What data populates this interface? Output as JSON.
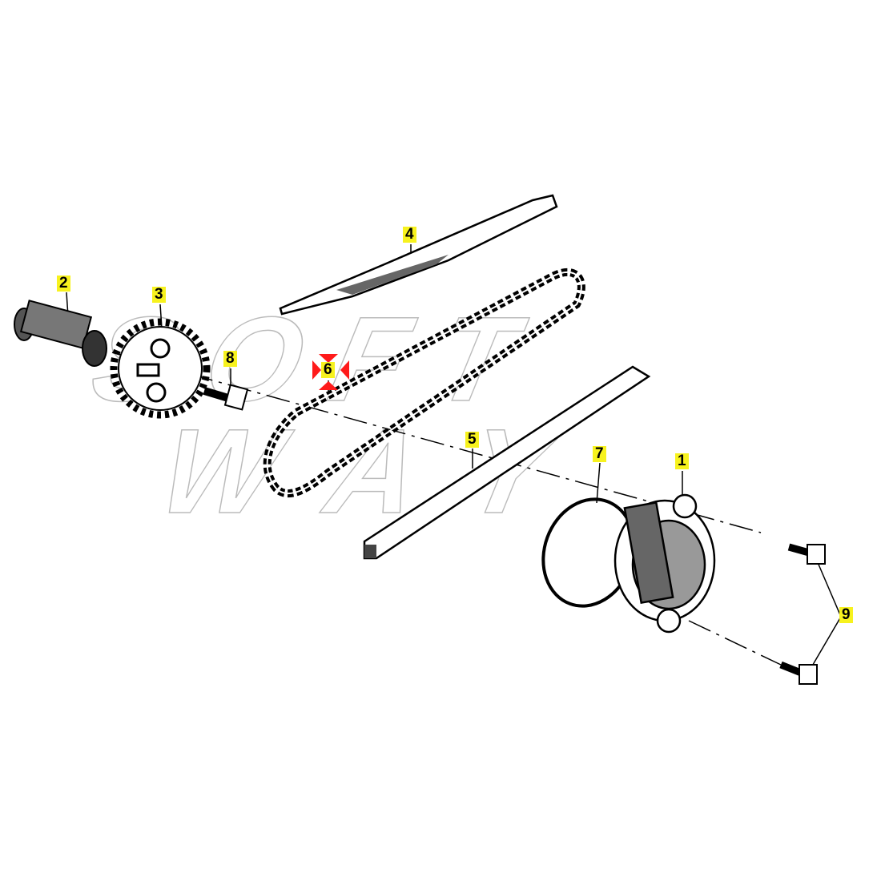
{
  "watermark": "SOFT WAY",
  "colors": {
    "highlight": "#f7f21e",
    "marker": "#ff1a1a",
    "line": "#000000"
  },
  "callouts": [
    {
      "number": "1",
      "part": "chain-tensioner-housing"
    },
    {
      "number": "2",
      "part": "camshaft"
    },
    {
      "number": "3",
      "part": "cam-sprocket"
    },
    {
      "number": "4",
      "part": "upper-chain-guide"
    },
    {
      "number": "5",
      "part": "lower-chain-guide"
    },
    {
      "number": "6",
      "part": "timing-chain",
      "selected": true
    },
    {
      "number": "7",
      "part": "o-ring"
    },
    {
      "number": "8",
      "part": "sprocket-bolt"
    },
    {
      "number": "9",
      "part": "housing-bolts"
    }
  ]
}
